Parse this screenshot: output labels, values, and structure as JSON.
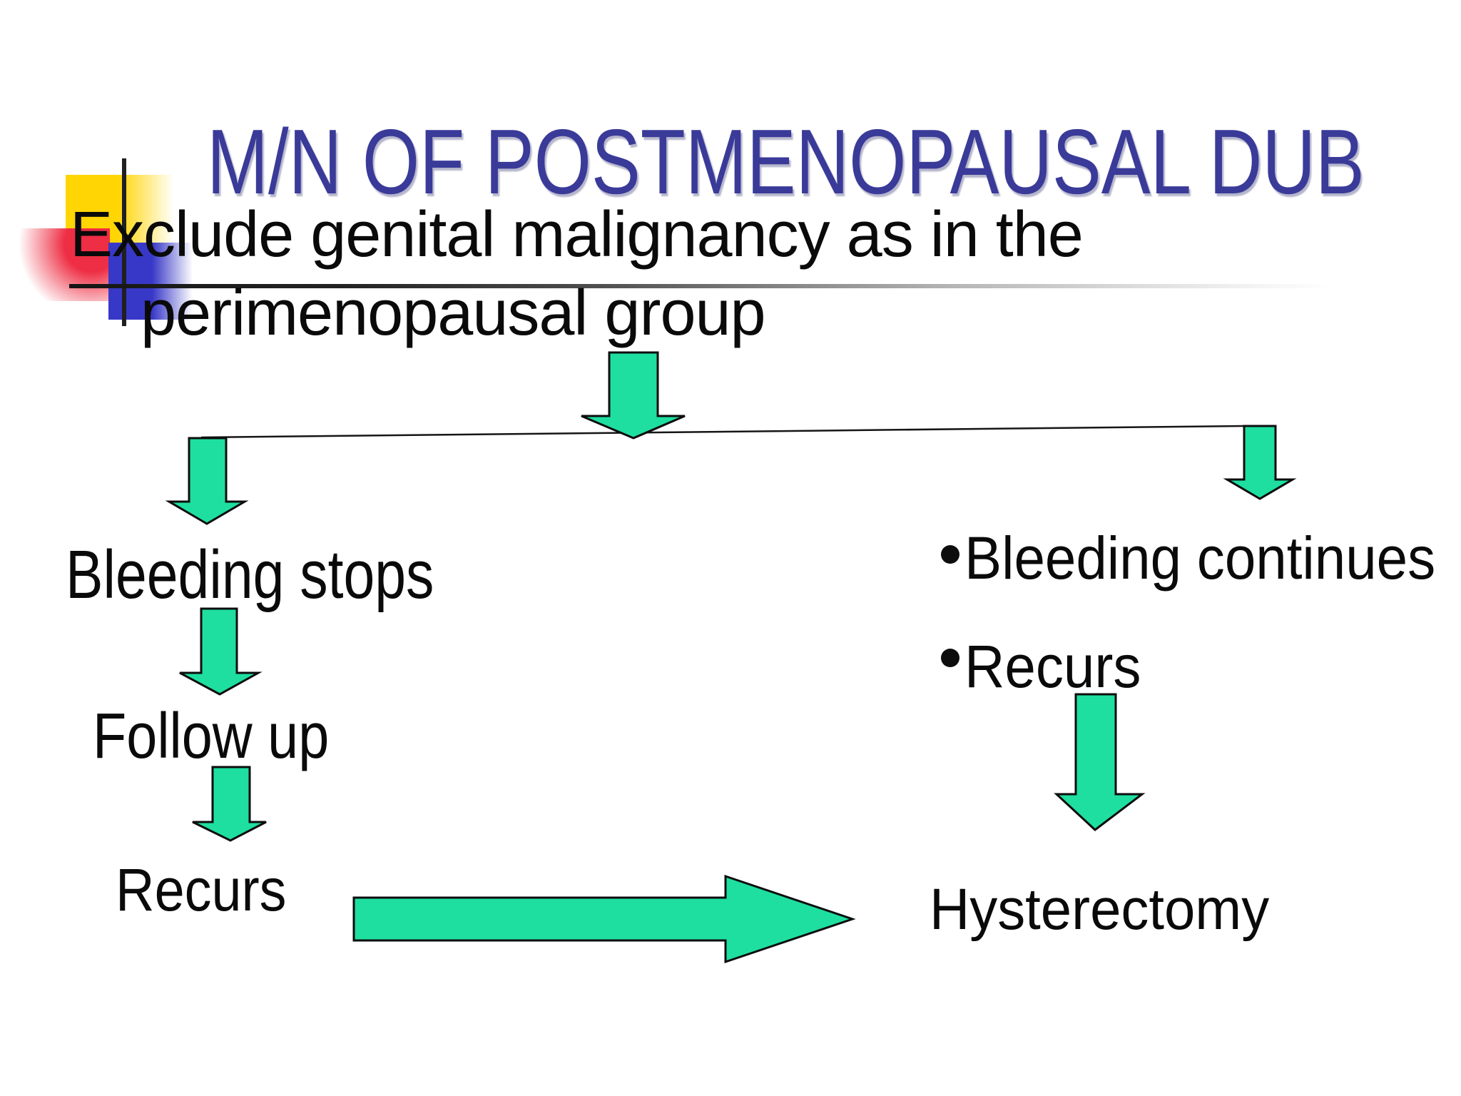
{
  "slide": {
    "title": "M/N OF POSTMENOPAUSAL DUB",
    "subtitle_line1": "Exclude genital malignancy as in the",
    "subtitle_line2": "perimenopausal group"
  },
  "flowchart": {
    "left_branch": {
      "step1": "Bleeding stops",
      "step2": "Follow up",
      "step3": "Recurs"
    },
    "right_branch": {
      "bullet": "•",
      "item1": "Bleeding continues",
      "item2": "Recurs"
    },
    "outcome": "Hysterectomy"
  },
  "colors": {
    "title_text": "#3A3A99",
    "body_text": "#0A0A0A",
    "arrow_fill": "#1EDFA0",
    "arrow_stroke": "#0D0D0D",
    "accent_yellow": "#FFD503",
    "accent_red": "#EE2E44",
    "accent_blue": "#3838C8"
  }
}
